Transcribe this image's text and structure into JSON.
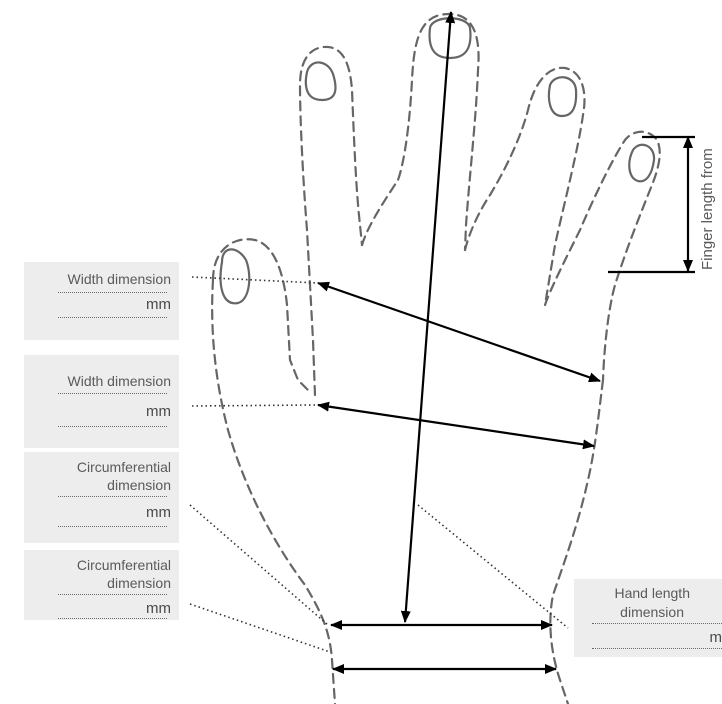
{
  "boxes": {
    "width_1": {
      "title": "Width dimension",
      "unit": "mm"
    },
    "width_2": {
      "title": "Width dimension",
      "unit": "mm"
    },
    "circ_1": {
      "title_line1": "Circumferential",
      "title_line2": "dimension",
      "unit": "mm"
    },
    "circ_2": {
      "title_line1": "Circumferential",
      "title_line2": "dimension",
      "unit": "mm"
    },
    "hand_length": {
      "title_line1": "Hand length",
      "title_line2": "dimension",
      "unit": "m"
    }
  },
  "finger_length_label": "Finger length from",
  "colors": {
    "outline": "#666666",
    "arrows": "#000000",
    "box_fill": "#ededed",
    "label_text": "#5a5a5a"
  }
}
